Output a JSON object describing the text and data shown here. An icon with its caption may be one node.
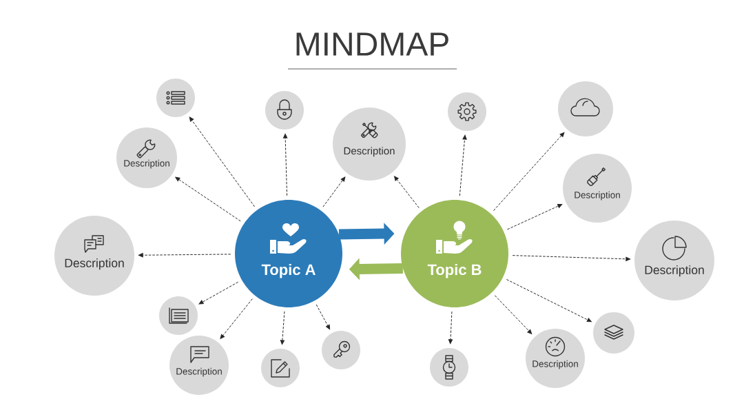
{
  "diagram": {
    "title": "MINDMAP",
    "nodes": [
      {
        "text": [
          "Topic A"
        ]
      },
      {
        "text": [
          "Topic B"
        ]
      },
      {
        "text": [],
        "shape": "circle"
      },
      {
        "text": [
          "Description"
        ]
      },
      {
        "text": [
          "Description"
        ]
      },
      {
        "text": [],
        "shape": "circle"
      },
      {
        "text": [
          "Description"
        ]
      },
      {
        "text": [],
        "shape": "circle"
      },
      {
        "text": [
          "Description"
        ]
      },
      {
        "text": [],
        "shape": "circle"
      },
      {
        "text": [],
        "shape": "circle"
      },
      {
        "text": [],
        "shape": "circle"
      },
      {
        "text": [],
        "shape": "circle"
      },
      {
        "text": [
          "Description"
        ]
      },
      {
        "text": [
          "Description"
        ]
      },
      {
        "text": [],
        "shape": "circle"
      },
      {
        "text": [
          "Description"
        ]
      },
      {
        "text": [],
        "shape": "circle"
      }
    ],
    "edges": [
      {
        "from": 0,
        "to": 1,
        "arrow": "to",
        "style": "thick",
        "color": "#2b7bb9"
      },
      {
        "from": 1,
        "to": 0,
        "arrow": "to",
        "style": "thick",
        "color": "#9bbb59"
      },
      {
        "from": 0,
        "to": 2,
        "arrow": "to",
        "style": "dashed"
      },
      {
        "from": 0,
        "to": 3,
        "arrow": "to",
        "style": "dashed"
      },
      {
        "from": 0,
        "to": 4,
        "arrow": "to",
        "style": "dashed"
      },
      {
        "from": 0,
        "to": 5,
        "arrow": "to",
        "style": "dashed"
      },
      {
        "from": 0,
        "to": 6,
        "arrow": "to",
        "style": "dashed"
      },
      {
        "from": 0,
        "to": 7,
        "arrow": "to",
        "style": "dashed"
      },
      {
        "from": 0,
        "to": 8,
        "arrow": "to",
        "style": "dashed"
      },
      {
        "from": 0,
        "to": 9,
        "arrow": "to",
        "style": "dashed"
      },
      {
        "from": 0,
        "to": 10,
        "arrow": "to",
        "style": "dashed"
      },
      {
        "from": 1,
        "to": 6,
        "arrow": "to",
        "style": "dashed"
      },
      {
        "from": 1,
        "to": 11,
        "arrow": "to",
        "style": "dashed"
      },
      {
        "from": 1,
        "to": 12,
        "arrow": "to",
        "style": "dashed"
      },
      {
        "from": 1,
        "to": 13,
        "arrow": "to",
        "style": "dashed"
      },
      {
        "from": 1,
        "to": 14,
        "arrow": "to",
        "style": "dashed"
      },
      {
        "from": 1,
        "to": 15,
        "arrow": "to",
        "style": "dashed"
      },
      {
        "from": 1,
        "to": 16,
        "arrow": "to",
        "style": "dashed"
      },
      {
        "from": 1,
        "to": 17,
        "arrow": "to",
        "style": "dashed"
      }
    ]
  }
}
